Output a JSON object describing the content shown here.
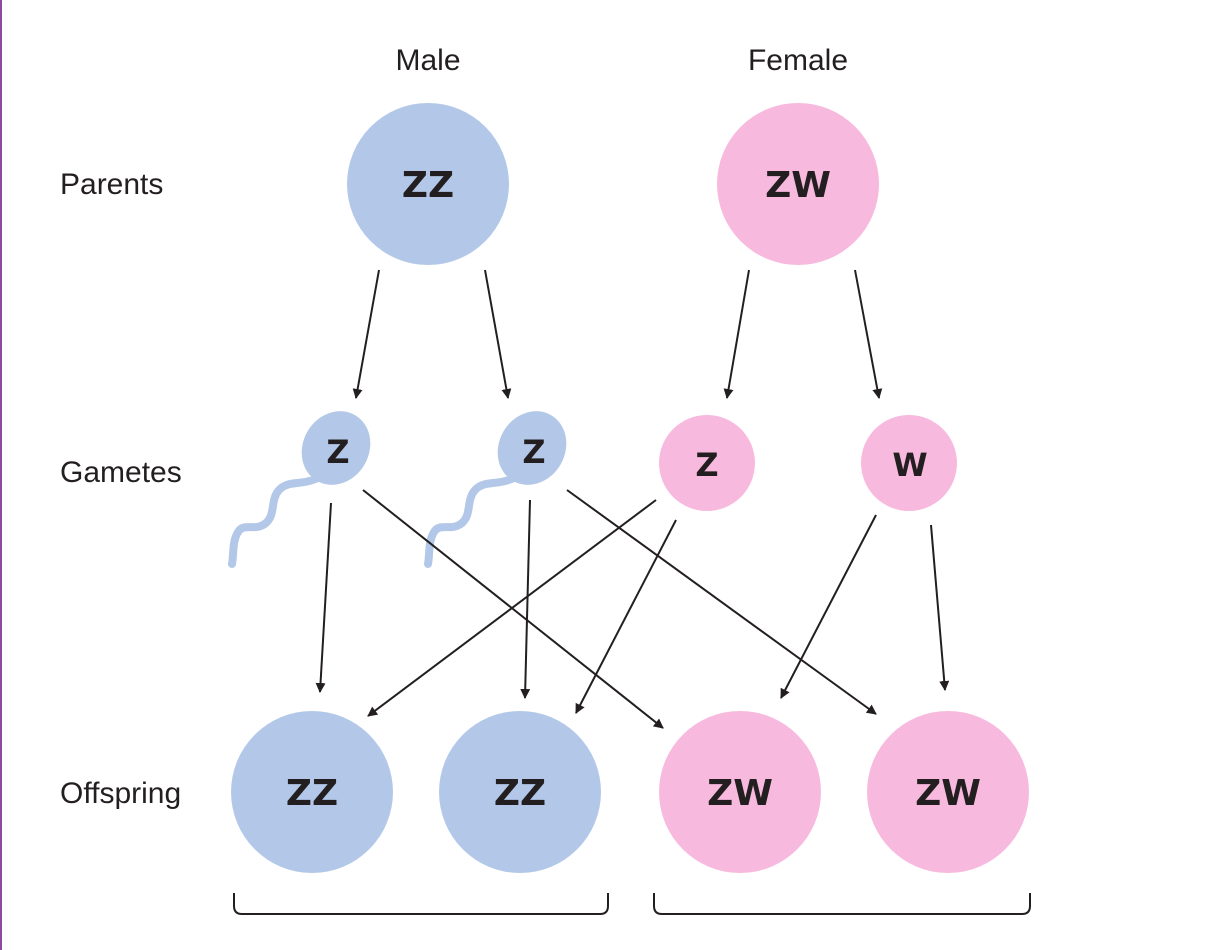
{
  "colors": {
    "male": "#b3c8e8",
    "female": "#f8b9de",
    "ink": "#231f20",
    "rule": "#8a4a9e"
  },
  "labels": {
    "male": "Male",
    "female": "Female"
  },
  "rows": {
    "parents": "Parents",
    "gametes": "Gametes",
    "offspring": "Offspring"
  },
  "parents": {
    "male": "ZZ",
    "female": "ZW"
  },
  "gametes": {
    "male_1": "Z",
    "male_2": "Z",
    "female_1": "Z",
    "female_2": "W"
  },
  "offspring": {
    "o1": "ZZ",
    "o2": "ZZ",
    "o3": "ZW",
    "o4": "ZW"
  },
  "icons": {
    "sperm": "sperm-icon",
    "egg": "egg-icon"
  }
}
